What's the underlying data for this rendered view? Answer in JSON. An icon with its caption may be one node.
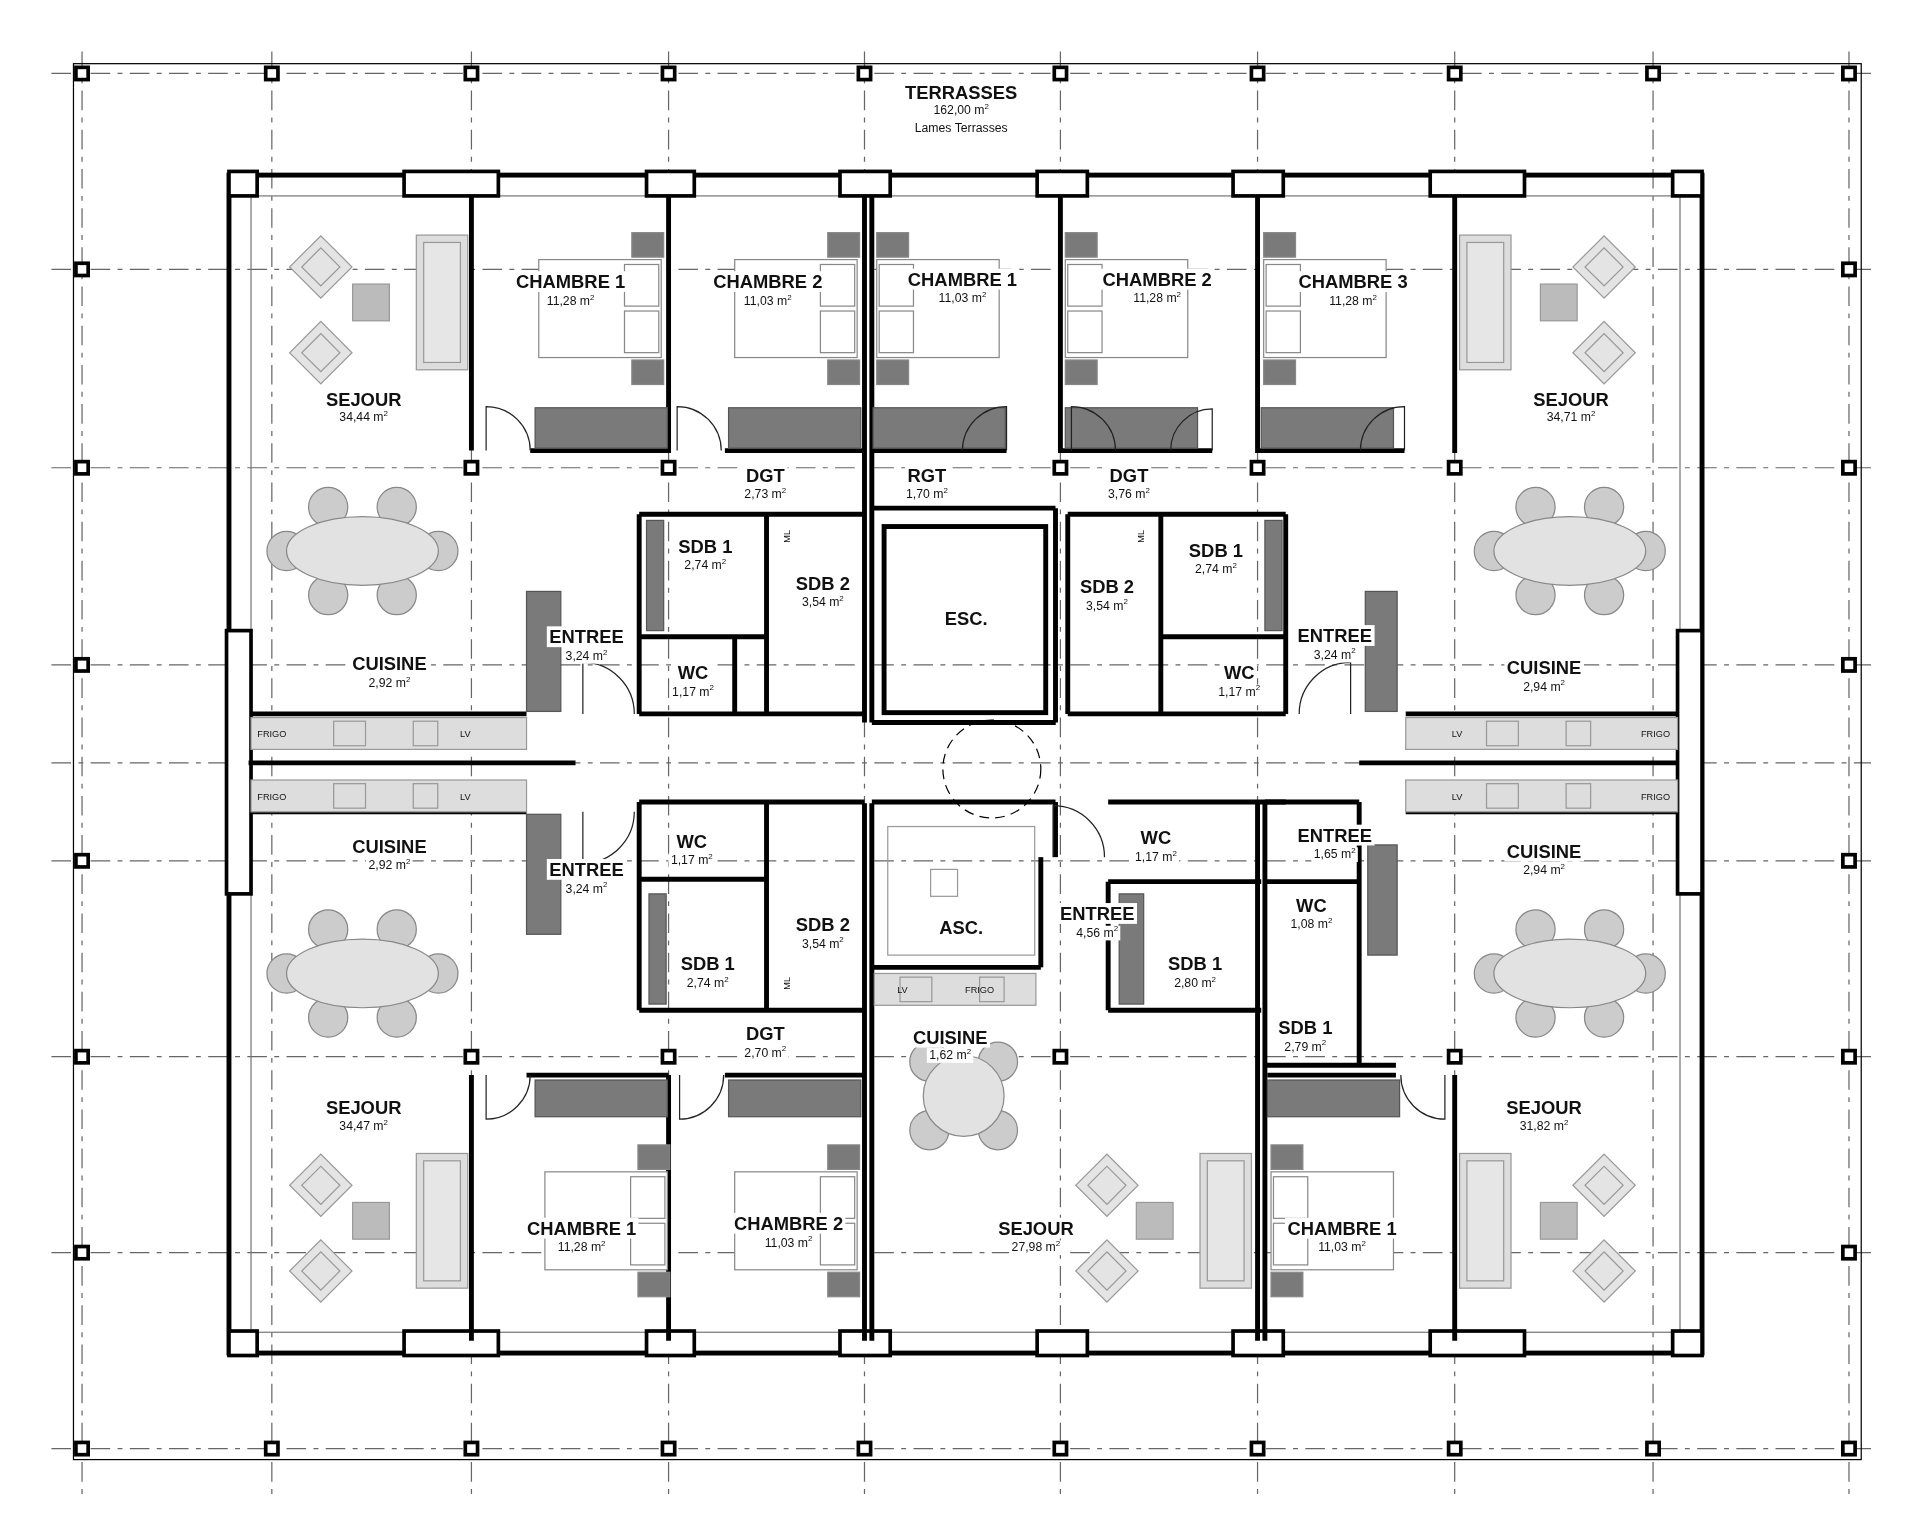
{
  "diagram": {
    "labels": [
      "TERRASSES",
      "162,00 m$^{2}$",
      "Lames Terrasses",
      "CHAMBRE 1",
      "11,28 m$^{2}$",
      "CHAMBRE 2",
      "11,03 m$^{2}$",
      "CHAMBRE 1",
      "11,03 m$^{2}$",
      "CHAMBRE 2",
      "11,28 m$^{2}$",
      "CHAMBRE 3",
      "11,28 m$^{2}$",
      "SEJOUR",
      "34,44 m$^{2}$",
      "SEJOUR",
      "34,71 m$^{2}$",
      "DGT",
      "2,73 m$^{2}$",
      "RGT",
      "1,70 m$^{2}$",
      "DGT",
      "3,76 m$^{2}$",
      "ML",
      "ML",
      "SDB 1",
      "2,74 m$^{2}$",
      "SDB 1",
      "2,74 m$^{2}$",
      "SDB 2",
      "3,54 m$^{2}$",
      "SDB 2",
      "3,54 m$^{2}$",
      "ESC.",
      "ENTREE",
      "3,24 m$^{2}$",
      "ENTREE",
      "3,24 m$^{2}$",
      "CUISINE",
      "2,92 m$^{2}$",
      "CUISINE",
      "2,94 m$^{2}$",
      "WC",
      "1,17 m$^{2}$",
      "WC",
      "1,17 m$^{2}$",
      "FRIGO",
      "LV",
      "LV",
      "FRIGO",
      "FRIGO",
      "LV",
      "LV",
      "FRIGO",
      "CUISINE",
      "2,92 m$^{2}$",
      "ENTREE",
      "3,24 m$^{2}$",
      "WC",
      "1,17 m$^{2}$",
      "WC",
      "1,17 m$^{2}$",
      "ENTREE",
      "1,65 m$^{2}$",
      "CUISINE",
      "2,94 m$^{2}$",
      "SDB 2",
      "3,54 m$^{2}$",
      "ASC.",
      "ENTREE",
      "4,56 m$^{2}$",
      "WC",
      "1,08 m$^{2}$",
      "SDB 1",
      "2,74 m$^{2}$",
      "ML",
      "LV",
      "FRIGO",
      "SDB 1",
      "2,80 m$^{2}$",
      "SDB 1",
      "2,79 m$^{2}$",
      "DGT",
      "2,70 m$^{2}$",
      "CUISINE",
      "1,62 m$^{2}$",
      "SEJOUR",
      "34,47 m$^{2}$",
      "SEJOUR",
      "31,82 m$^{2}$",
      "CHAMBRE 2",
      "11,03 m$^{2}$",
      "CHAMBRE 1",
      "11,28 m$^{2}$",
      "SEJOUR",
      "27,98 m$^{2}$",
      "CHAMBRE 1",
      "11,03 m$^{2}$"
    ]
  }
}
